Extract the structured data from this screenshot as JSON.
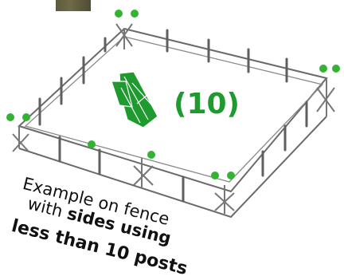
{
  "count_label": "(10)",
  "caption": {
    "line1": "Example on fence",
    "line2_prefix": "with ",
    "line2_bold": "sides using",
    "line3": "less than 10 posts"
  },
  "colors": {
    "fence": "#5a5a5a",
    "fence_light": "#9a9a9a",
    "marker": "#34b233",
    "icon": "#1f9a2e",
    "text": "#111111"
  },
  "icons": {
    "post_icon": "fence-post-bundle-icon",
    "marker": "green-dot-marker"
  }
}
